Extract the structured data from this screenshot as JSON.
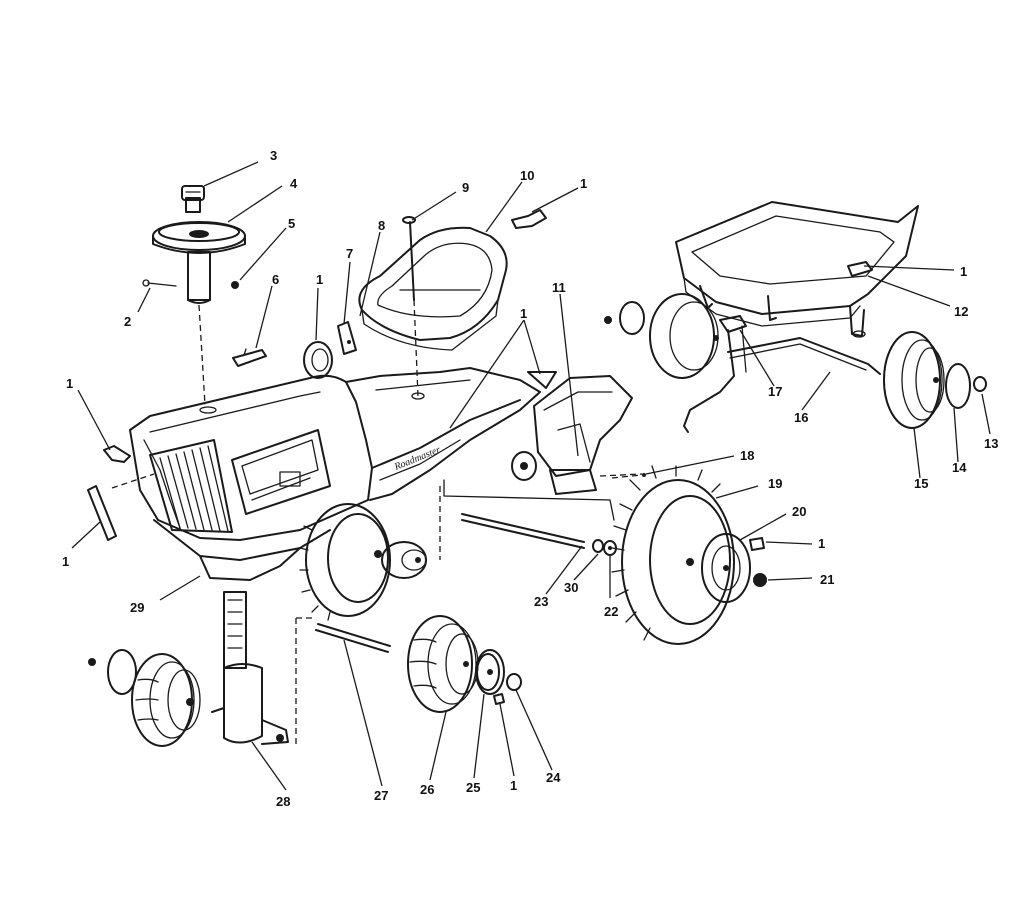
{
  "callouts": [
    {
      "id": "c3",
      "label": "3"
    },
    {
      "id": "c4",
      "label": "4"
    },
    {
      "id": "c5",
      "label": "5"
    },
    {
      "id": "c2",
      "label": "2"
    },
    {
      "id": "c6",
      "label": "6"
    },
    {
      "id": "c1a",
      "label": "1"
    },
    {
      "id": "c7",
      "label": "7"
    },
    {
      "id": "c8",
      "label": "8"
    },
    {
      "id": "c9",
      "label": "9"
    },
    {
      "id": "c10",
      "label": "10"
    },
    {
      "id": "c1b",
      "label": "1"
    },
    {
      "id": "c1c",
      "label": "1"
    },
    {
      "id": "c11",
      "label": "11"
    },
    {
      "id": "c1d",
      "label": "1"
    },
    {
      "id": "c12",
      "label": "12"
    },
    {
      "id": "c17",
      "label": "17"
    },
    {
      "id": "c16",
      "label": "16"
    },
    {
      "id": "c15",
      "label": "15"
    },
    {
      "id": "c14",
      "label": "14"
    },
    {
      "id": "c13",
      "label": "13"
    },
    {
      "id": "c1e",
      "label": "1"
    },
    {
      "id": "c1f",
      "label": "1"
    },
    {
      "id": "c18",
      "label": "18"
    },
    {
      "id": "c19",
      "label": "19"
    },
    {
      "id": "c20",
      "label": "20"
    },
    {
      "id": "c1g",
      "label": "1"
    },
    {
      "id": "c21",
      "label": "21"
    },
    {
      "id": "c22",
      "label": "22"
    },
    {
      "id": "c30",
      "label": "30"
    },
    {
      "id": "c23",
      "label": "23"
    },
    {
      "id": "c29",
      "label": "29"
    },
    {
      "id": "c28",
      "label": "28"
    },
    {
      "id": "c27",
      "label": "27"
    },
    {
      "id": "c26",
      "label": "26"
    },
    {
      "id": "c25",
      "label": "25"
    },
    {
      "id": "c1h",
      "label": "1"
    },
    {
      "id": "c24",
      "label": "24"
    }
  ]
}
